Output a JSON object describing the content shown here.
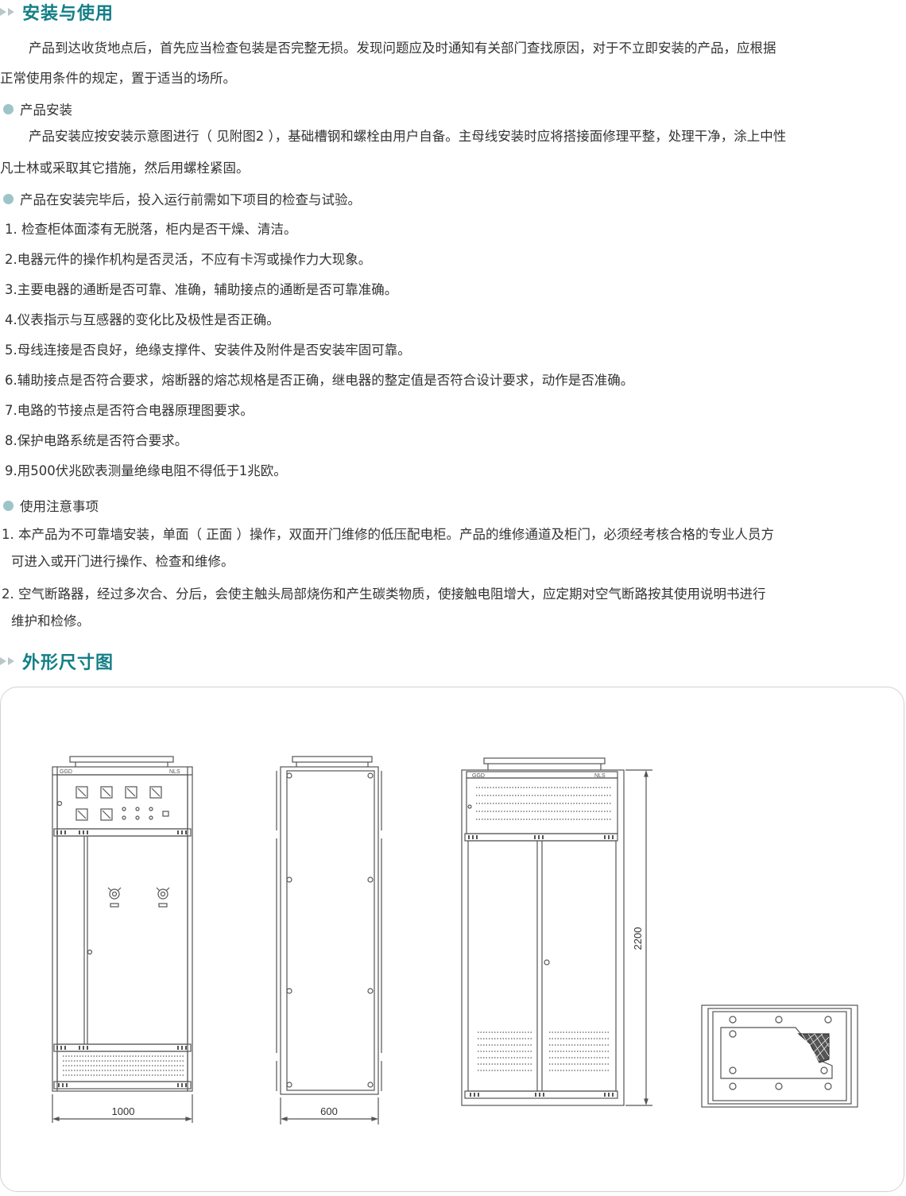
{
  "section1": {
    "title": "安装与使用",
    "intro_line1": "产品到达收货地点后，首先应当检查包装是否完整无损。发现问题应及时通知有关部门查找原因，对于不立即安装的产品，应根据",
    "intro_line2": "正常使用条件的规定，置于适当的场所。"
  },
  "install": {
    "heading": "产品安装",
    "line1": "产品安装应按安装示意图进行（ 见附图2 ），基础槽钢和螺栓由用户自备。主母线安装时应将搭接面修理平整，处理干净，涂上中性",
    "line2": "凡士林或采取其它措施，然后用螺栓紧固。"
  },
  "checks": {
    "heading": "产品在安装完毕后，投入运行前需如下项目的检查与试验。",
    "items": [
      "1. 检查柜体面漆有无脱落，柜内是否干燥、清洁。",
      "2.电器元件的操作机构是否灵活，不应有卡泻或操作力大现象。",
      "3.主要电器的通断是否可靠、准确，辅助接点的通断是否可靠准确。",
      "4.仪表指示与互感器的变化比及极性是否正确。",
      "5.母线连接是否良好，绝缘支撑件、安装件及附件是否安装牢固可靠。",
      "6.辅助接点是否符合要求，熔断器的熔芯规格是否正确，继电器的整定值是否符合设计要求，动作是否准确。",
      "7.电路的节接点是否符合电器原理图要求。",
      "8.保护电路系统是否符合要求。",
      "9.用500伏兆欧表测量绝缘电阻不得低于1兆欧。"
    ]
  },
  "notes": {
    "heading": "使用注意事项",
    "item1_line1": "1. 本产品为不可靠墙安装，单面（ 正面 ）操作，双面开门维修的低压配电柜。产品的维修通道及柜门，必须经考核合格的专业人员方",
    "item1_line2": "可进入或开门进行操作、检查和维修。",
    "item2_line1": "2. 空气断路器，经过多次合、分后，会使主触头局部烧伤和产生碳类物质，使接触电阻增大，应定期对空气断路按其使用说明书进行",
    "item2_line2": "维护和检修。"
  },
  "section2": {
    "title": "外形尺寸图"
  },
  "drawing": {
    "front_label_left": "GGD",
    "front_label_right": "NLS",
    "back_label_left": "GGD",
    "back_label_right": "NLS",
    "dim_width": "1000",
    "dim_depth": "600",
    "dim_height": "2200",
    "line_color": "#555555"
  }
}
